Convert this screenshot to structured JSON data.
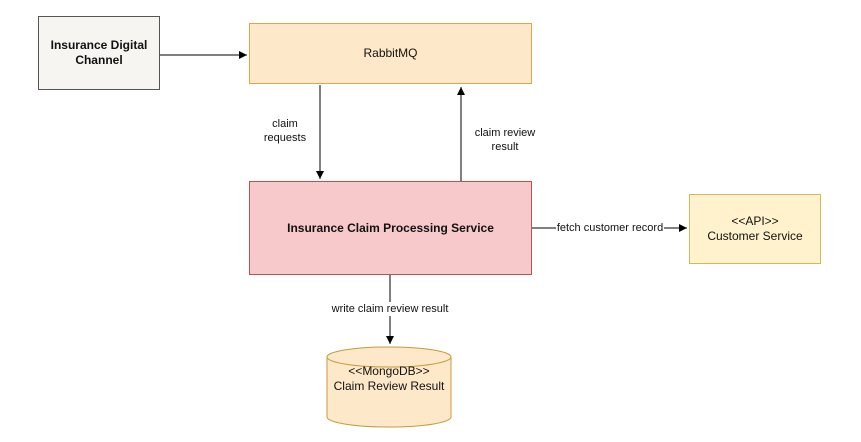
{
  "nodes": {
    "digital_channel": {
      "line1": "Insurance Digital",
      "line2": "Channel"
    },
    "rabbitmq": {
      "label": "RabbitMQ"
    },
    "claim_service": {
      "label": "Insurance Claim Processing Service"
    },
    "customer_service": {
      "line1": "<<API>>",
      "line2": "Customer Service"
    },
    "mongodb": {
      "line1": "<<MongoDB>>",
      "line2": "Claim Review Result"
    }
  },
  "edges": {
    "claim_requests": {
      "line1": "claim",
      "line2": "requests"
    },
    "review_result": {
      "line1": "claim review",
      "line2": "result"
    },
    "fetch_customer": {
      "label": "fetch customer record"
    },
    "write_result": {
      "label": "write claim review result"
    }
  },
  "colors": {
    "channel_fill": "#f7f5f2",
    "queue_fill": "#fde9c9",
    "service_fill": "#f7c9cb",
    "api_fill": "#fff2cc",
    "db_fill": "#fde9c9"
  }
}
